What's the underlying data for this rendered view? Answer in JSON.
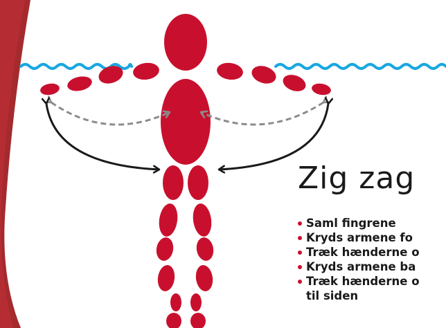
{
  "title": "Zig zag",
  "instructions": [
    {
      "text": "Saml fingrene"
    },
    {
      "text": "Kryds armene fo"
    },
    {
      "text": "Træk hænderne o"
    },
    {
      "text": "Kryds armene ba"
    },
    {
      "text": "Træk hænderne o",
      "continuation": "til siden"
    }
  ],
  "colors": {
    "figure": "#c8102e",
    "side_band": "#a42a2e",
    "water": "#19a7e0",
    "arrow_solid": "#1a1a1a",
    "arrow_dashed": "#8c8c8c",
    "text": "#1a1a1a",
    "bullet": "#c8102e"
  }
}
